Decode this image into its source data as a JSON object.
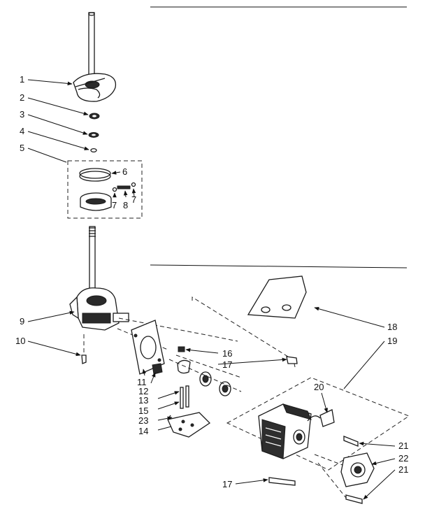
{
  "labels": {
    "p1": "1",
    "p2": "2",
    "p3": "3",
    "p4": "4",
    "p5": "5",
    "p6": "6",
    "p7a": "7",
    "p8": "8",
    "p7b": "7",
    "p9": "9",
    "p10": "10",
    "p11": "11",
    "p12": "12",
    "p13": "13",
    "p14": "14",
    "p15": "15",
    "p16": "16",
    "p17a": "17",
    "p17b": "17",
    "p18": "18",
    "p19": "19",
    "p20": "20",
    "p21a": "21",
    "p21b": "21",
    "p22": "22",
    "p23": "23"
  }
}
